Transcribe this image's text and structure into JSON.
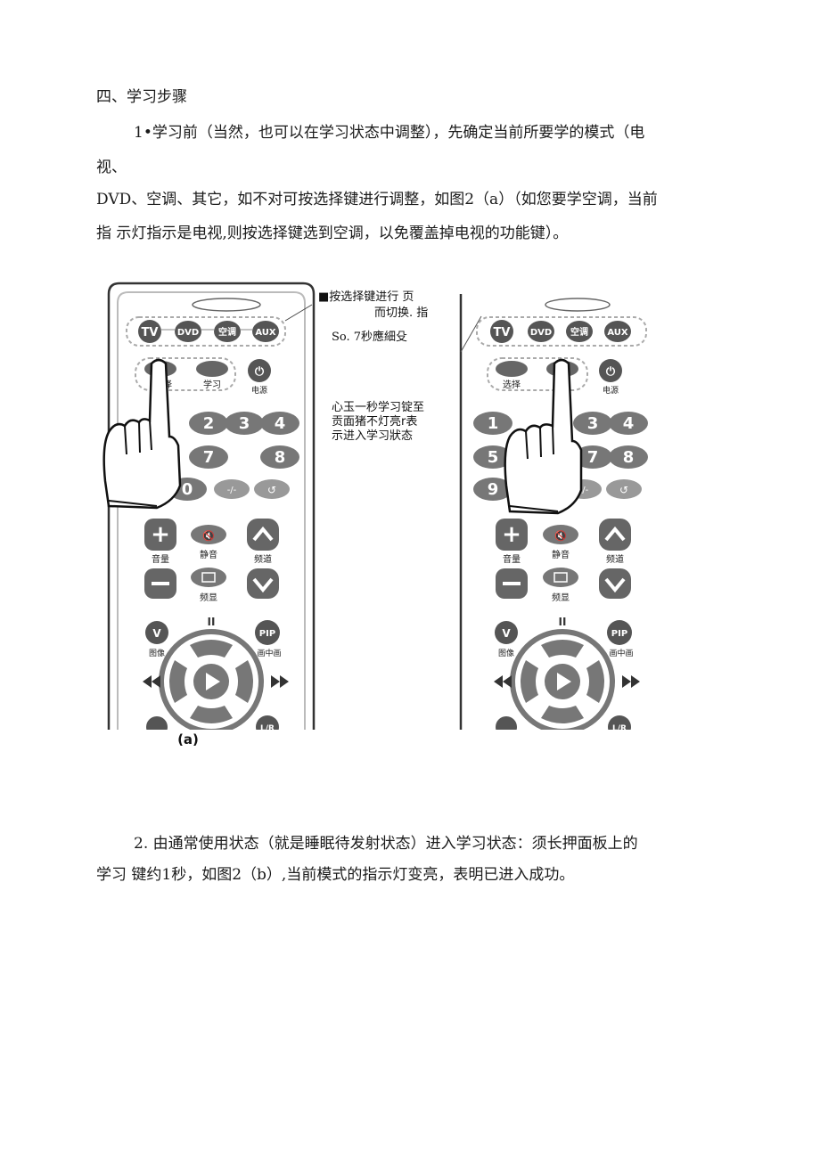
{
  "section_title": "四、学习步骤",
  "step1": {
    "line1": "1•学习前（当然，也可以在学习状态中调整），先确定当前所要学的模式（电",
    "line2": "视、",
    "line3": "DVD、空调、其它，如不对可按选择键进行调整，如图2（a）（如您要学空调，当前",
    "line4": "指  示灯指示是电视,则按选择键选到空调，以免覆盖掉电视的功能键）。"
  },
  "figure": {
    "annotation_a_line1": "■按选择键进行  页",
    "annotation_a_line2": "而切换. 指",
    "annotation_a_line3": "So. 7秒應細殳",
    "annotation_b_line1": "心玉一秒学习锭至",
    "annotation_b_line2": "贡面猪不灯亮r表",
    "annotation_b_line3": "示进入学习狀态",
    "caption_a": "(a)",
    "remote": {
      "mode_tv": "TV",
      "mode_dvd": "DVD",
      "mode_ac": "空调",
      "mode_aux": "AUX",
      "select_label": "选择",
      "select_label_partial": "择",
      "learn_label": "学习",
      "learn_label_partial": "习",
      "power_label": "电源",
      "num_1": "1",
      "num_2": "2",
      "num_3": "3",
      "num_4": "4",
      "num_5": "5",
      "num_7": "7",
      "num_8": "8",
      "num_9": "9",
      "num_0": "0",
      "dash_key": "-/-",
      "volume_label": "音量",
      "mute_label": "静音",
      "channel_label": "频道",
      "display_label": "频显",
      "v_key": "V",
      "image_label": "图像",
      "pip_key": "PIP",
      "pip_label": "画中画",
      "lr_key": "L/R"
    }
  },
  "step2": {
    "line1": "2.   由通常使用状态（就是睡眠待发射状态）进入学习状态：须长押面板上的",
    "line2": "学习  键约1秒，如图2（b）,当前模式的指示灯变亮，表明已进入成功。"
  }
}
